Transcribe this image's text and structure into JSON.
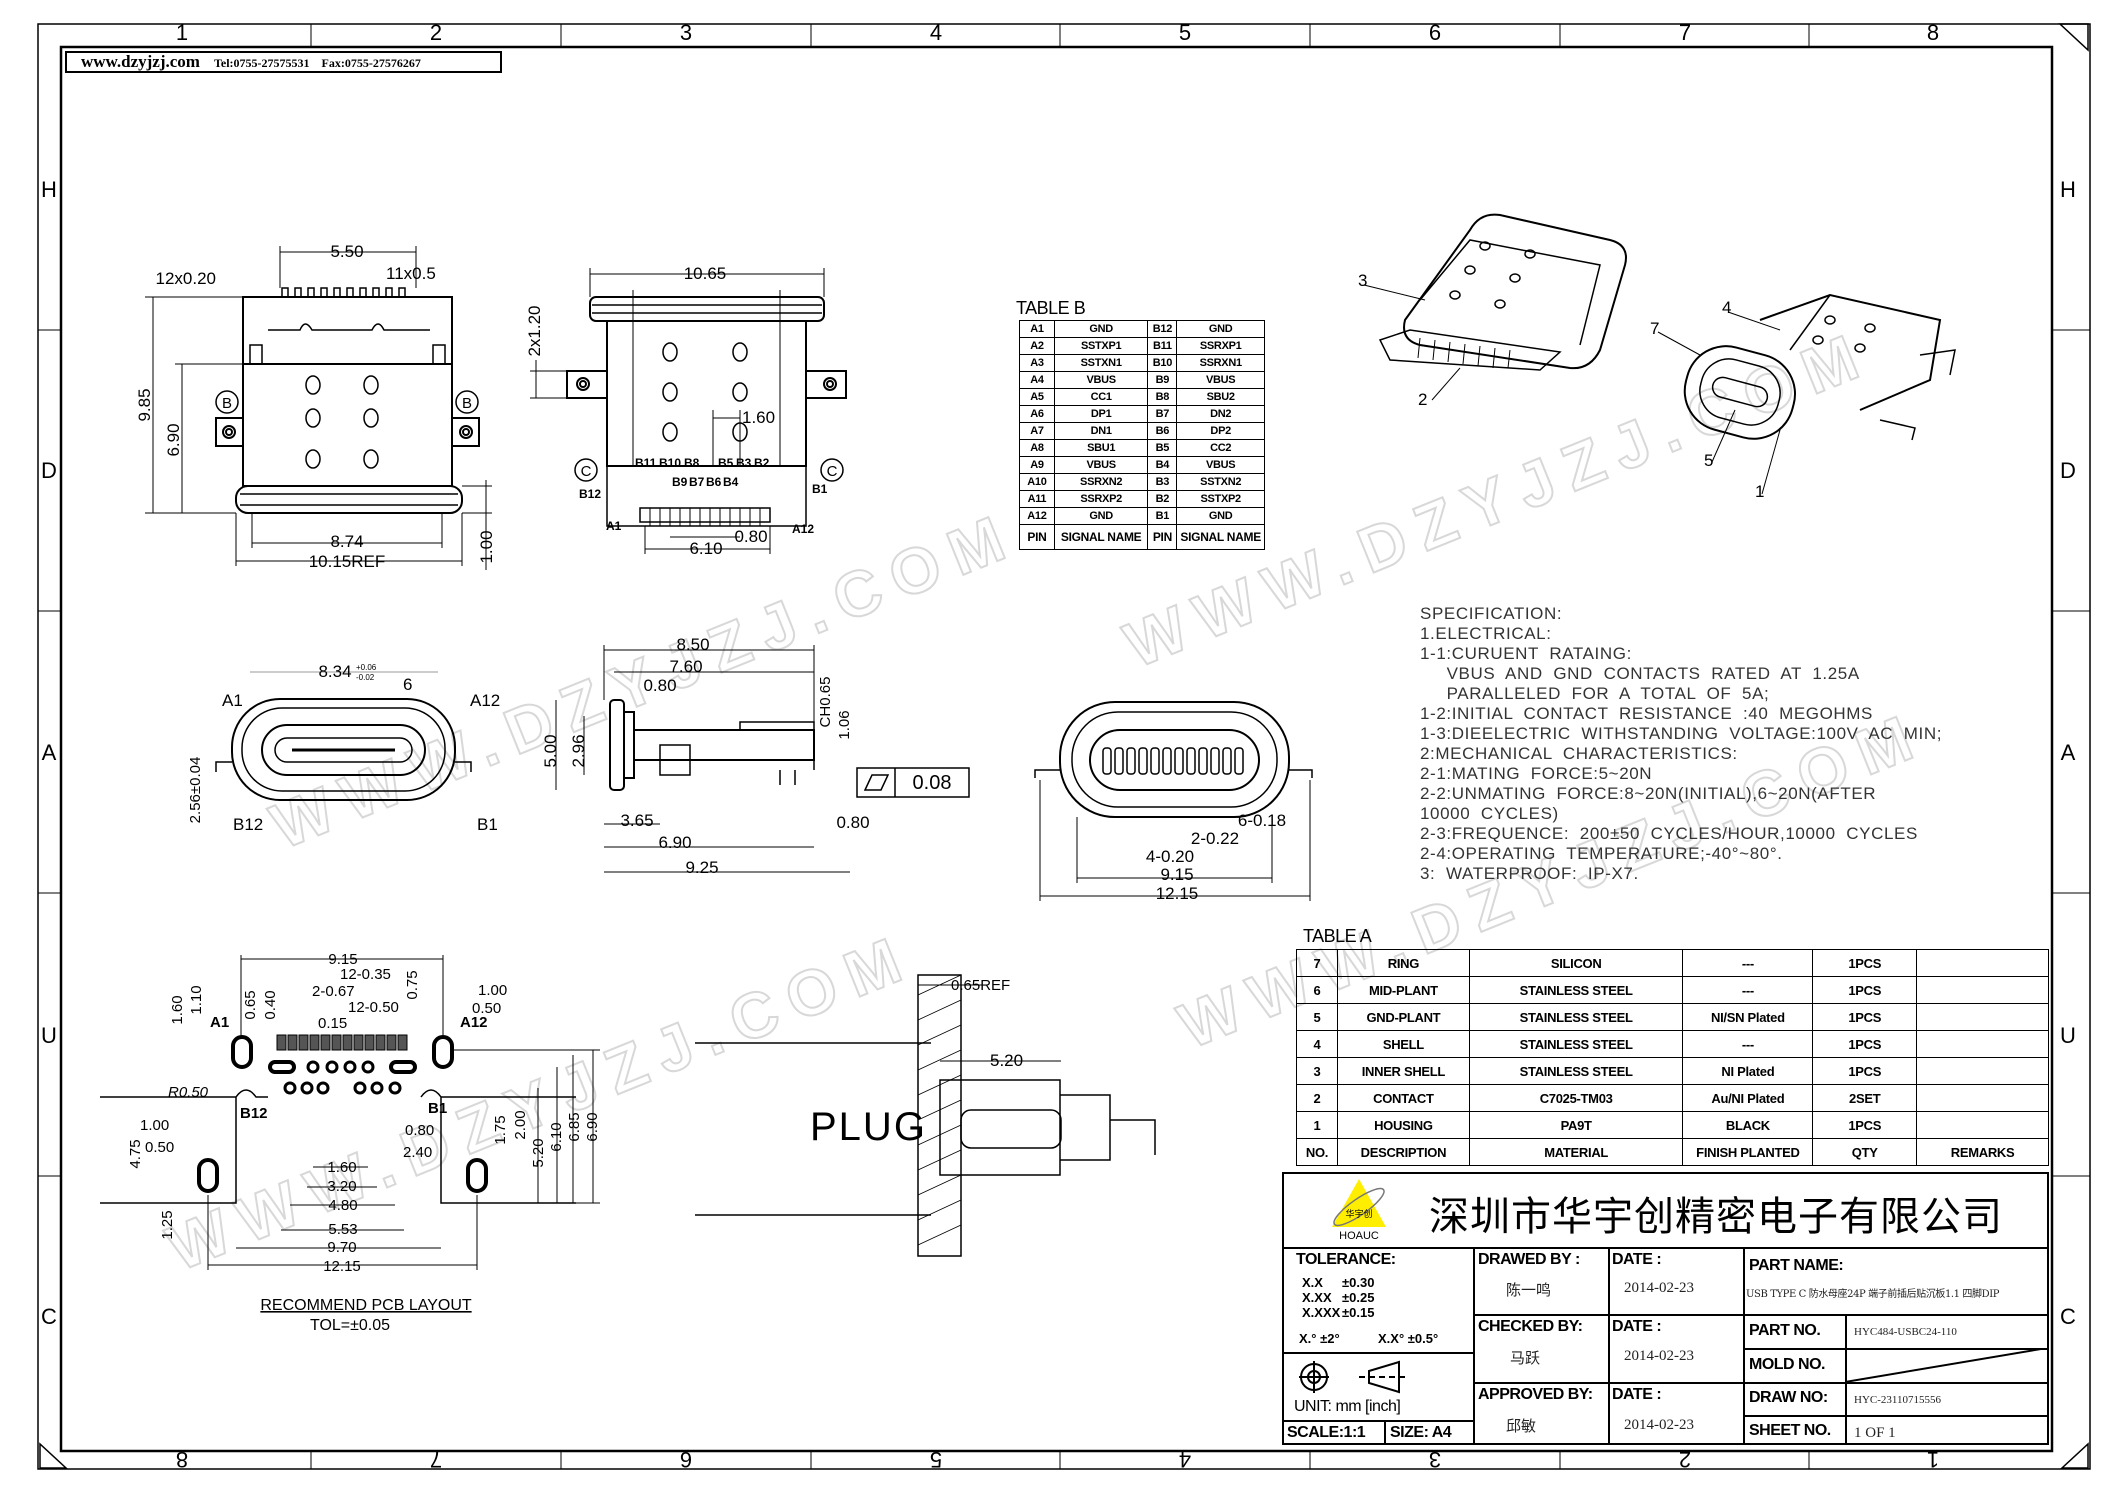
{
  "header": {
    "website": "www.dzyjzj.com",
    "tel": "Tel:0755-27575531",
    "fax": "Fax:0755-27576267"
  },
  "border": {
    "columns_top": [
      "1",
      "2",
      "3",
      "4",
      "5",
      "6",
      "7",
      "8"
    ],
    "columns_bottom": [
      "8",
      "7",
      "6",
      "5",
      "4",
      "3",
      "2",
      "1"
    ],
    "rows": [
      "H",
      "D",
      "A",
      "U",
      "C"
    ]
  },
  "watermark": "WWW.DZYJZJ.COM",
  "views": {
    "top_view": [
      "5.50",
      "12x0.20",
      "11x0.5",
      "9.85",
      "6.90",
      "8.74",
      "10.15REF",
      "1.00",
      "B",
      "B"
    ],
    "back_view": [
      "10.65",
      "2x1.20",
      "1.60",
      "C",
      "C",
      "B11",
      "B10",
      "B8",
      "B5",
      "B3",
      "B2",
      "B9",
      "B7",
      "B6",
      "B4",
      "B12",
      "B1",
      "A1",
      "A12",
      "0.80",
      "6.10"
    ],
    "front_view": [
      "8.34",
      "+0.06",
      "-0.02",
      "6",
      "A1",
      "A12",
      "B12",
      "B1",
      "2.56±0.04"
    ],
    "side_view": [
      "8.50",
      "7.60",
      "0.80",
      "CH0.65",
      "1.06",
      "5.00",
      "2.96",
      "0.08",
      "3.65",
      "0.80",
      "6.90",
      "9.25"
    ],
    "mating_view": [
      "6-0.18",
      "2-0.22",
      "4-0.20",
      "9.15",
      "12.15"
    ],
    "pcb_layout": [
      "9.15",
      "12-0.35",
      "2-0.67",
      "12-0.50",
      "0.15",
      "0.75",
      "1.00",
      "0.50",
      "1.60",
      "1.10",
      "0.65",
      "0.40",
      "A1",
      "A12",
      "R0.50",
      "B12",
      "B1",
      "1.00",
      "0.50",
      "0.80",
      "2.40",
      "1.60",
      "3.20",
      "4.80",
      "5.53",
      "9.70",
      "12.15",
      "1.25",
      "4.75",
      "1.75",
      "2.00",
      "5.20",
      "6.10",
      "6.85",
      "6.90"
    ],
    "pcb_title": "RECOMMEND PCB LAYOUT",
    "pcb_tol": "TOL=±0.05",
    "plug_view": [
      "0.65REF",
      "5.20",
      "PLUG"
    ],
    "iso_callouts": [
      "3",
      "2",
      "7",
      "4",
      "5",
      "1"
    ]
  },
  "table_b": {
    "title": "TABLE B",
    "rows": [
      [
        "A1",
        "GND",
        "B12",
        "GND"
      ],
      [
        "A2",
        "SSTXP1",
        "B11",
        "SSRXP1"
      ],
      [
        "A3",
        "SSTXN1",
        "B10",
        "SSRXN1"
      ],
      [
        "A4",
        "VBUS",
        "B9",
        "VBUS"
      ],
      [
        "A5",
        "CC1",
        "B8",
        "SBU2"
      ],
      [
        "A6",
        "DP1",
        "B7",
        "DN2"
      ],
      [
        "A7",
        "DN1",
        "B6",
        "DP2"
      ],
      [
        "A8",
        "SBU1",
        "B5",
        "CC2"
      ],
      [
        "A9",
        "VBUS",
        "B4",
        "VBUS"
      ],
      [
        "A10",
        "SSRXN2",
        "B3",
        "SSTXN2"
      ],
      [
        "A11",
        "SSRXP2",
        "B2",
        "SSTXP2"
      ],
      [
        "A12",
        "GND",
        "B1",
        "GND"
      ]
    ],
    "header": [
      "PIN",
      "SIGNAL NAME",
      "PIN",
      "SIGNAL NAME"
    ]
  },
  "specification": [
    "SPECIFICATION:",
    "1.ELECTRICAL:",
    "1-1:CURUENT  RATAING:",
    "     VBUS  AND  GND  CONTACTS  RATED  AT  1.25A",
    "     PARALLELED  FOR  A  TOTAL  OF  5A;",
    "1-2:INITIAL  CONTACT  RESISTANCE  :40  MEGOHMS",
    "1-3:DIEELECTRIC  WITHSTANDING  VOLTAGE:100V  AC  MIN;",
    "2:MECHANICAL  CHARACTERISTICS:",
    "2-1:MATING  FORCE:5~20N",
    "2-2:UNMATING  FORCE:8~20N(INITIAL),6~20N(AFTER",
    "10000  CYCLES)",
    "2-3:FREQUENCE:  200±50  CYCLES/HOUR,10000  CYCLES",
    "2-4:OPERATING  TEMPERATURE;-40°~80°.",
    "3:  WATERPROOF:  IP-X7."
  ],
  "table_a": {
    "title": "TABLE A",
    "rows": [
      [
        "7",
        "RING",
        "SILICON",
        "---",
        "1PCS",
        ""
      ],
      [
        "6",
        "MID-PLANT",
        "STAINLESS STEEL",
        "---",
        "1PCS",
        ""
      ],
      [
        "5",
        "GND-PLANT",
        "STAINLESS STEEL",
        "NI/SN  Plated",
        "1PCS",
        ""
      ],
      [
        "4",
        "SHELL",
        "STAINLESS STEEL",
        "---",
        "1PCS",
        ""
      ],
      [
        "3",
        "INNER SHELL",
        "STAINLESS STEEL",
        "NI  Plated",
        "1PCS",
        ""
      ],
      [
        "2",
        "CONTACT",
        "C7025-TM03",
        "Au/NI Plated",
        "2SET",
        ""
      ],
      [
        "1",
        "HOUSING",
        "PA9T",
        "BLACK",
        "1PCS",
        ""
      ]
    ],
    "header": [
      "NO.",
      "DESCRIPTION",
      "MATERIAL",
      "FINISH PLANTED",
      "QTY",
      "REMARKS"
    ]
  },
  "title_block": {
    "company": "深圳市华宇创精密电子有限公司",
    "logo_text": "华宇创",
    "logo_brand": "HOAUC",
    "tolerance_label": "TOLERANCE:",
    "tolerances": [
      [
        "X.X",
        "±0.30"
      ],
      [
        "X.XX",
        "±0.25"
      ],
      [
        "X.XXX",
        "±0.15"
      ]
    ],
    "angle_tol": [
      "X.° ±2°",
      "X.X° ±0.5°"
    ],
    "unit": "UNIT:  mm  [inch]",
    "scale": "SCALE:1:1",
    "size": "SIZE:  A4",
    "drawed_by_label": "DRAWED  BY :",
    "drawed_by": "陈一鸣",
    "checked_by_label": "CHECKED  BY:",
    "checked_by": "马跃",
    "approved_by_label": "APPROVED  BY:",
    "approved_by": "邱敏",
    "date_label": "DATE  :",
    "date_drawed": "2014-02-23",
    "date_checked": "2014-02-23",
    "date_approved": "2014-02-23",
    "part_name_label": "PART  NAME:",
    "part_name": "USB TYPE C 防水母座24P 端子前插后贴沉板1.1 四脚DIP",
    "part_no_label": "PART  NO.",
    "part_no": "HYC484-USBC24-110",
    "mold_no_label": "MOLD  NO.",
    "draw_no_label": "DRAW  NO:",
    "draw_no": "HYC-23110715556",
    "sheet_no_label": "SHEET  NO.",
    "sheet_no": "1  OF  1"
  }
}
